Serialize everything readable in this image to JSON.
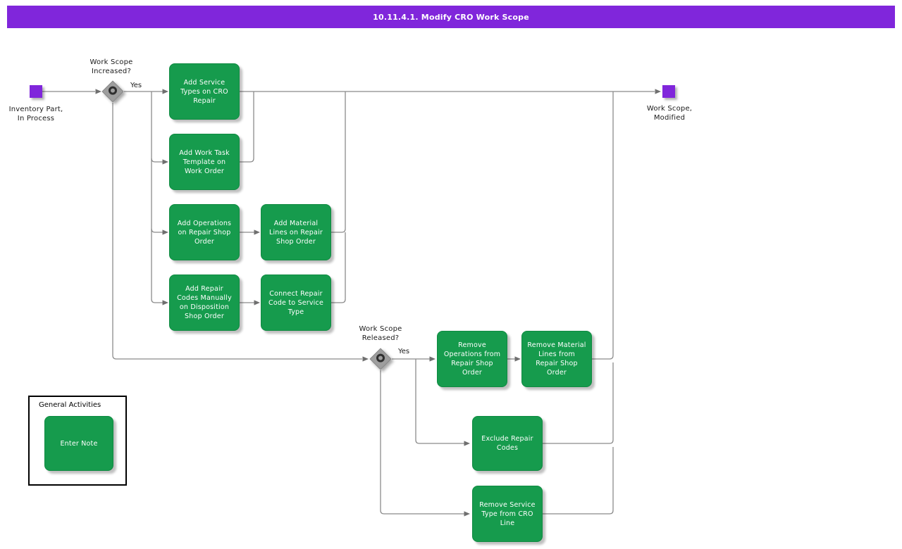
{
  "title_bar": {
    "text": "10.11.4.1. Modify CRO Work Scope"
  },
  "colors": {
    "title_bar_bg": "#8026DB",
    "terminal_purple": "#8026DB",
    "activity_green": "#169B4D",
    "connector_gray": "#8B8B8B",
    "decision_gray": "#9E9E9E"
  },
  "flow": {
    "start": {
      "label": "Inventory Part,\nIn Process"
    },
    "end": {
      "label": "Work Scope,\nModified"
    },
    "decisions": [
      {
        "label": "Work Scope\nIncreased?",
        "branch": "Yes"
      },
      {
        "label": "Work Scope\nReleased?",
        "branch": "Yes"
      }
    ],
    "activities": [
      {
        "label": "Add Service Types on CRO Repair"
      },
      {
        "label": "Add Work Task Template on Work Order"
      },
      {
        "label": "Add Operations on Repair Shop Order"
      },
      {
        "label": "Add Material Lines on Repair Shop Order"
      },
      {
        "label": "Add Repair Codes Manually on Disposition Shop Order"
      },
      {
        "label": "Connect Repair Code to Service Type"
      },
      {
        "label": "Remove Operations from Repair Shop Order"
      },
      {
        "label": "Remove Material Lines from Repair Shop Order"
      },
      {
        "label": "Exclude Repair Codes"
      },
      {
        "label": "Remove Service Type from CRO Line"
      }
    ]
  },
  "general_activities": {
    "title": "General Activities",
    "items": [
      {
        "label": "Enter Note"
      }
    ]
  }
}
